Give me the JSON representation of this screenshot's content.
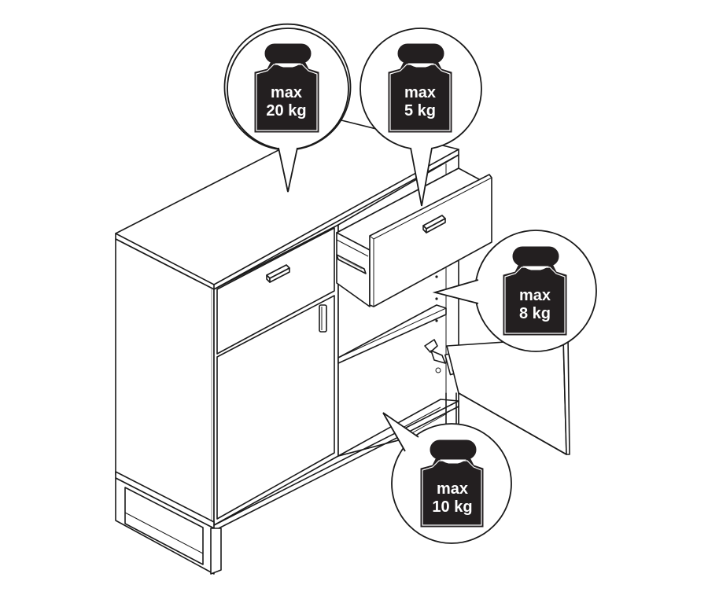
{
  "diagram": {
    "subject": "sideboard cabinet with open drawer and open door",
    "colors": {
      "line": "#1a1a1a",
      "weight_fill": "#231f20",
      "weight_text": "#ffffff",
      "background": "#ffffff"
    },
    "callouts": [
      {
        "id": "top",
        "target": "cabinet top surface",
        "line1": "max",
        "line2": "20 kg",
        "icon": "weight-icon"
      },
      {
        "id": "drawer",
        "target": "right drawer",
        "line1": "max",
        "line2": "5 kg",
        "icon": "weight-icon"
      },
      {
        "id": "shelf",
        "target": "inner shelf",
        "line1": "max",
        "line2": "8 kg",
        "icon": "weight-icon"
      },
      {
        "id": "bottom",
        "target": "cabinet bottom",
        "line1": "max",
        "line2": "10 kg",
        "icon": "weight-icon"
      }
    ]
  }
}
